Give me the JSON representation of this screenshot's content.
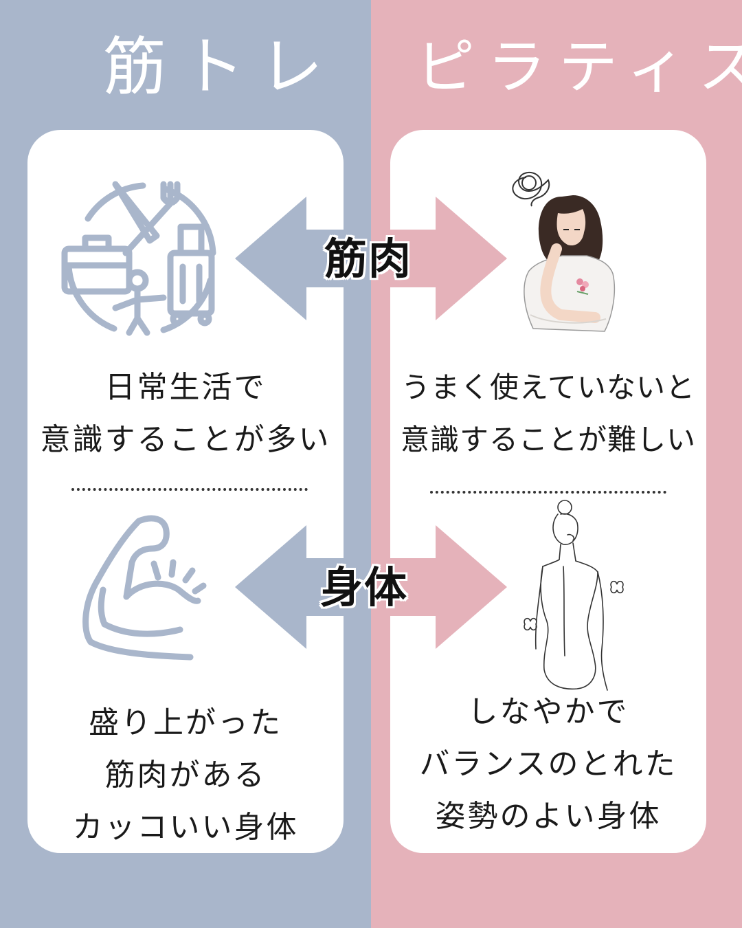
{
  "colors": {
    "left_bg": "#a9b6cb",
    "right_bg": "#e5b2ba",
    "card": "#ffffff",
    "icon_stroke": "#a9b6cb"
  },
  "left": {
    "title": "筋トレ",
    "top_text": [
      "日常生活で",
      "意識することが多い"
    ],
    "bottom_text": [
      "盛り上がった",
      "筋肉がある",
      "カッコいい身体"
    ]
  },
  "right": {
    "title": "ピラティス",
    "top_text": [
      "うまく使えていないと",
      "意識することが難しい"
    ],
    "bottom_text": [
      "しなやかで",
      "バランスのとれた",
      "姿勢のよい身体"
    ]
  },
  "arrows": {
    "upper_label": "筋肉",
    "lower_label": "身体"
  },
  "icons": {
    "top_left": "daily-life-icon",
    "bottom_left": "flexed-bicep-icon",
    "top_right": "thinking-woman-illustration",
    "bottom_right": "woman-back-illustration"
  }
}
